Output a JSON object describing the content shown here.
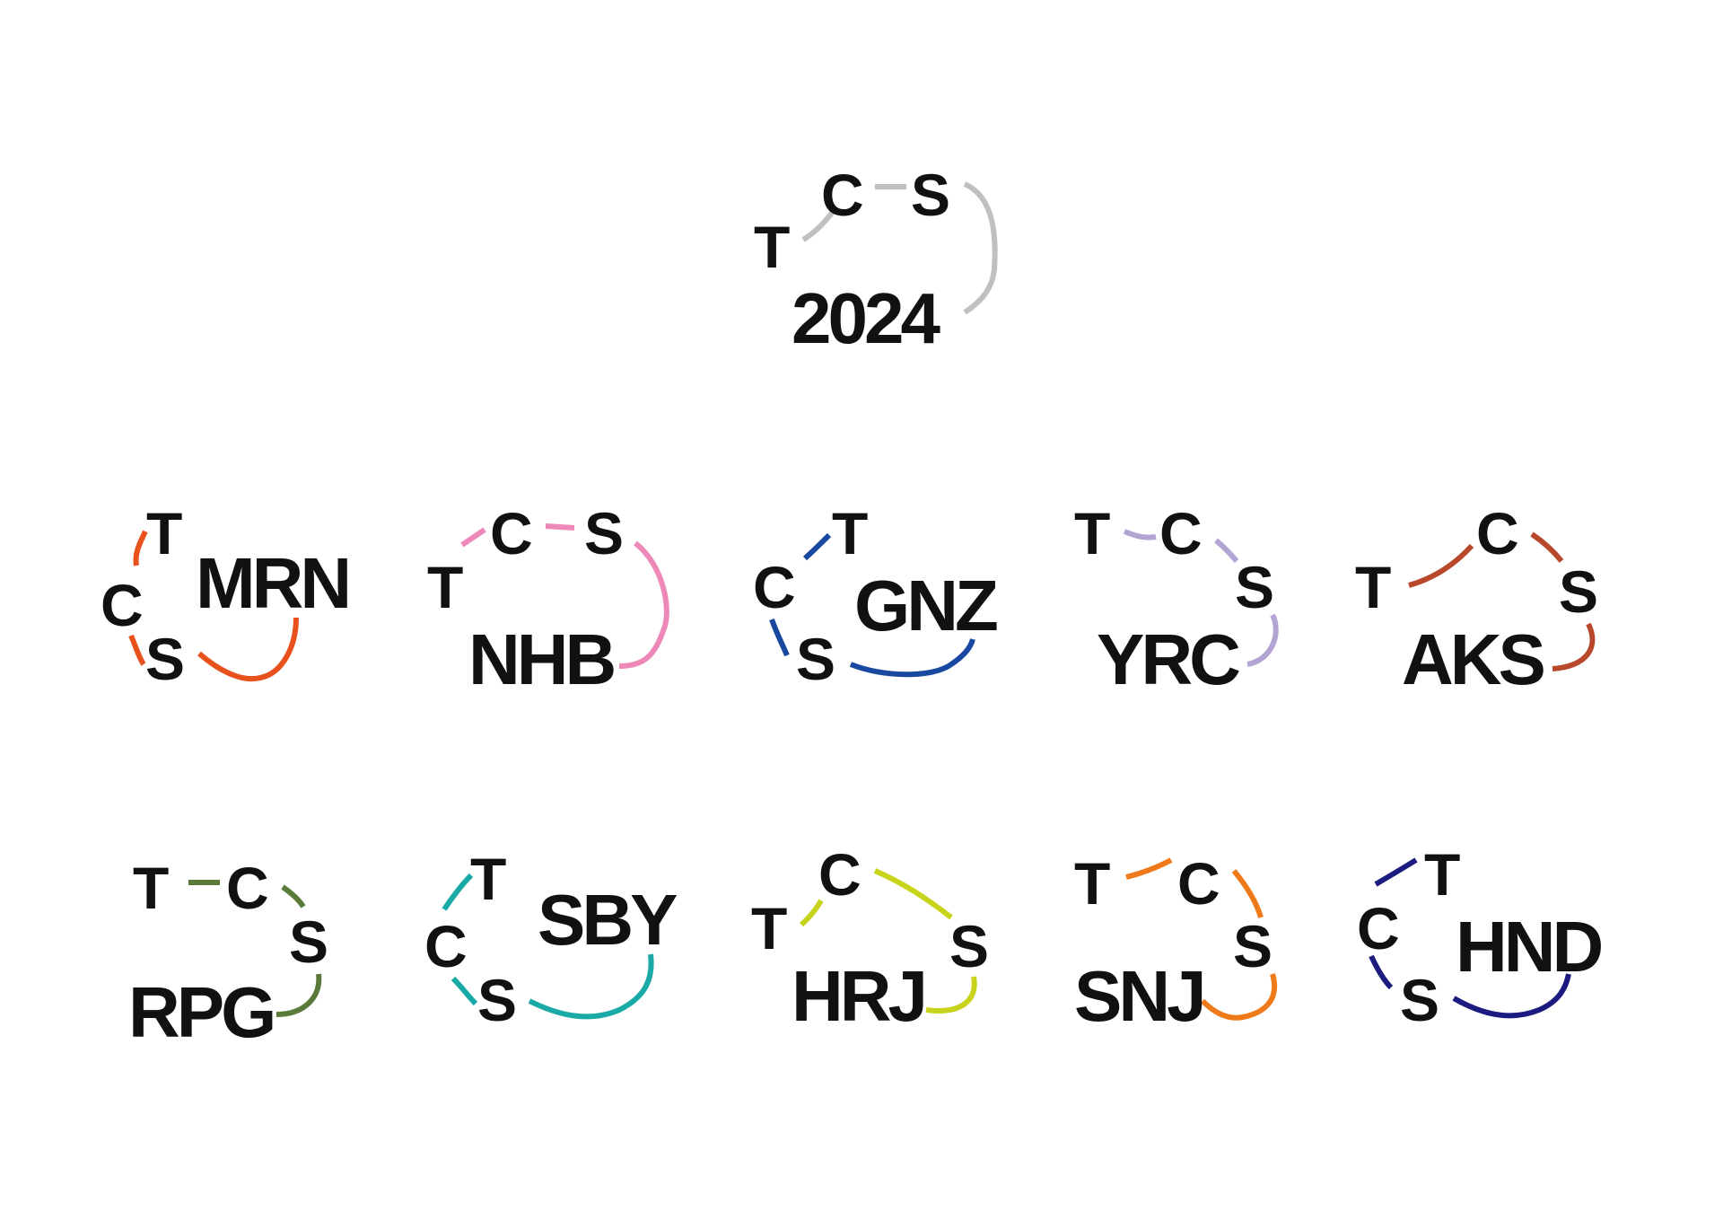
{
  "main": {
    "letters": [
      "T",
      "C",
      "S"
    ],
    "suffix": "2024",
    "color": "#c0c0c0"
  },
  "variants": [
    {
      "suffix": "MRN",
      "color": "#e8501c"
    },
    {
      "suffix": "NHB",
      "color": "#ee88b8"
    },
    {
      "suffix": "GNZ",
      "color": "#1848a0"
    },
    {
      "suffix": "YRC",
      "color": "#b4a4d4"
    },
    {
      "suffix": "AKS",
      "color": "#b8482c"
    },
    {
      "suffix": "RPG",
      "color": "#5a7a3a"
    },
    {
      "suffix": "SBY",
      "color": "#1aaaa6"
    },
    {
      "suffix": "HRJ",
      "color": "#c8d41c"
    },
    {
      "suffix": "SNJ",
      "color": "#ef7a1a"
    },
    {
      "suffix": "HND",
      "color": "#1c1c80"
    }
  ]
}
